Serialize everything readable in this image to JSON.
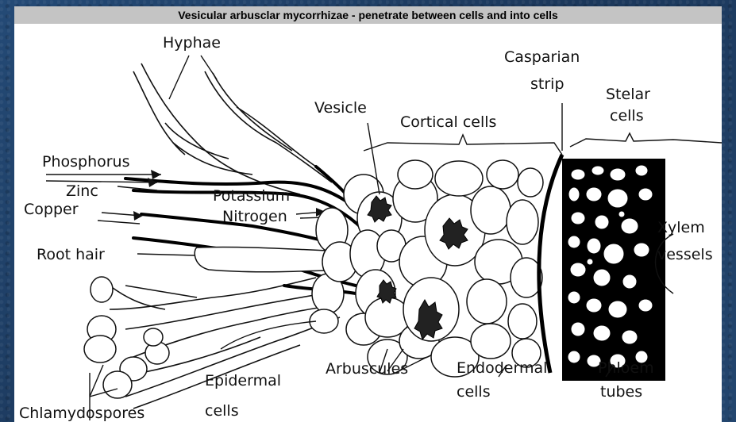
{
  "title": "Vesicular arbusclar mycorrhizae - penetrate between cells and into cells",
  "labels": {
    "hyphae": "Hyphae",
    "phosphorus": "Phosphorus",
    "zinc": "Zinc",
    "copper": "Copper",
    "root_hair": "Root hair",
    "potassium": "Potassium",
    "nitrogen": "Nitrogen",
    "vesicle": "Vesicle",
    "cortical_cells": "Cortical cells",
    "casparian_1": "Casparian",
    "casparian_2": "strip",
    "stelar_1": "Stelar",
    "stelar_2": "cells",
    "xylem_1": "Xylem",
    "xylem_2": "vessels",
    "chlamydospores": "Chlamydospores",
    "epidermal_1": "Epidermal",
    "epidermal_2": "cells",
    "arbuscules": "Arbuscules",
    "endodermal_1": "Endodermal",
    "endodermal_2": "cells",
    "phloem_1": "Phloem",
    "phloem_2": "tubes"
  },
  "colors": {
    "background": "#1f3f66",
    "banner": "#c4c4c4",
    "panel": "#ffffff",
    "ink": "#111111"
  }
}
